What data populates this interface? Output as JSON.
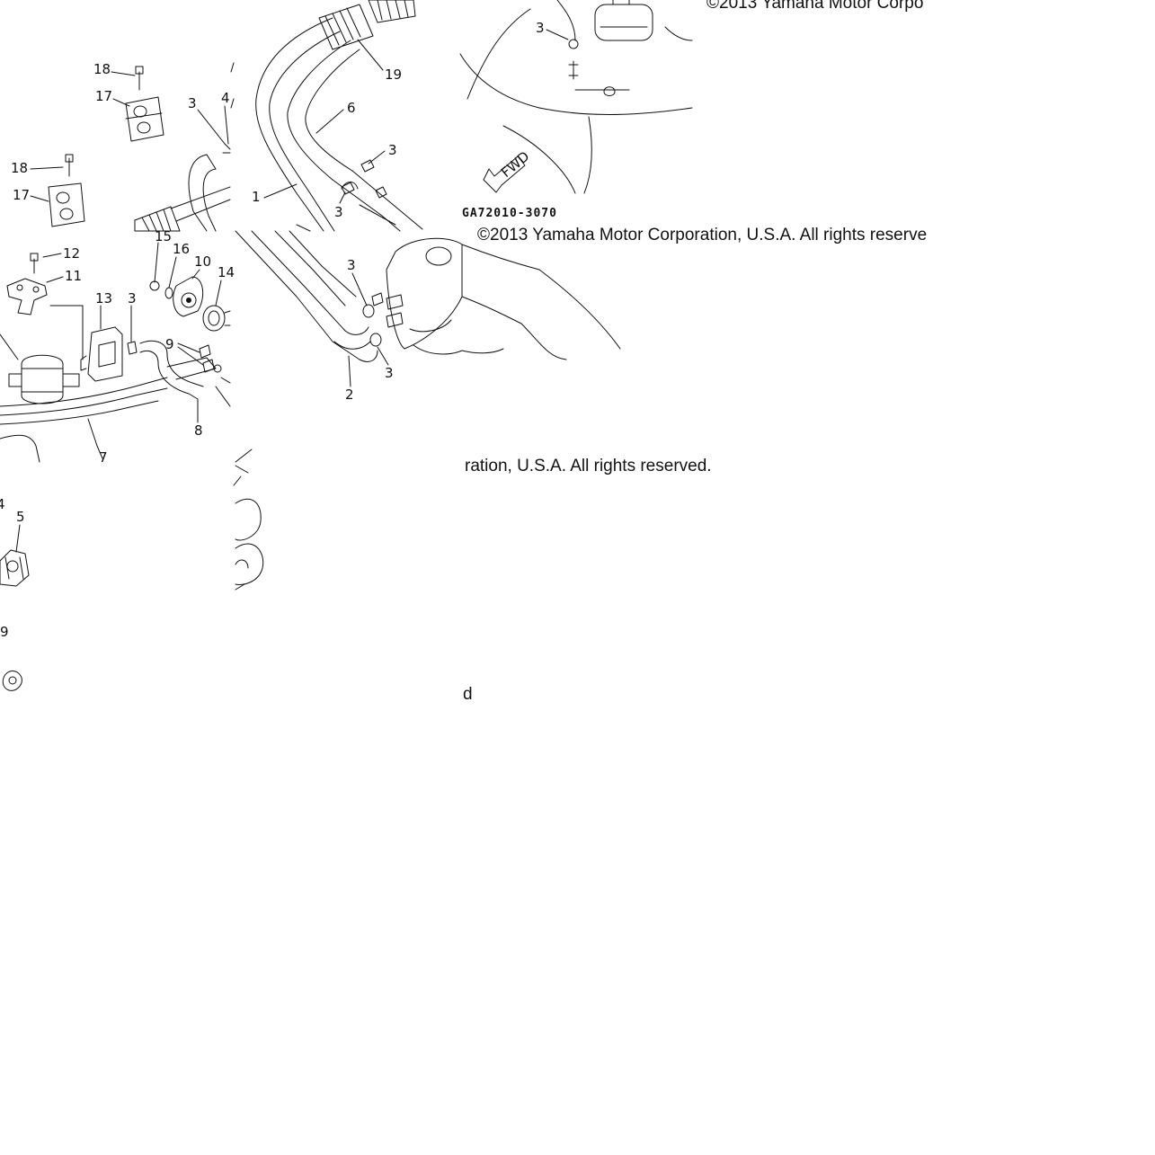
{
  "copyright": {
    "line_top": "©2013 Yamaha Motor Corpo",
    "line_mid": "©2013 Yamaha Motor Corporation, U.S.A. All rights reserve",
    "line_low": "ration, U.S.A. All rights reserved.",
    "line_tail": "d"
  },
  "catalog_code": "GA72010-3070",
  "arrow_label": "FWD",
  "callouts": {
    "c18a": "18",
    "c17a": "17",
    "c3a": "3",
    "c4a": "4",
    "c18b": "18",
    "c17b": "17",
    "c19": "19",
    "c6": "6",
    "c3b": "3",
    "c1": "1",
    "c3c": "3",
    "c3d": "3",
    "c12": "12",
    "c11": "11",
    "c15": "15",
    "c16": "16",
    "c10": "10",
    "c14": "14",
    "c13": "13",
    "c3e": "3",
    "c9": "9",
    "c8": "8",
    "c7": "7",
    "c3f": "3",
    "c2": "2",
    "c3g": "3",
    "c4b": "4",
    "c5": "5",
    "c9b": "9"
  },
  "colors": {
    "ink": "#111111",
    "paper": "#ffffff"
  }
}
